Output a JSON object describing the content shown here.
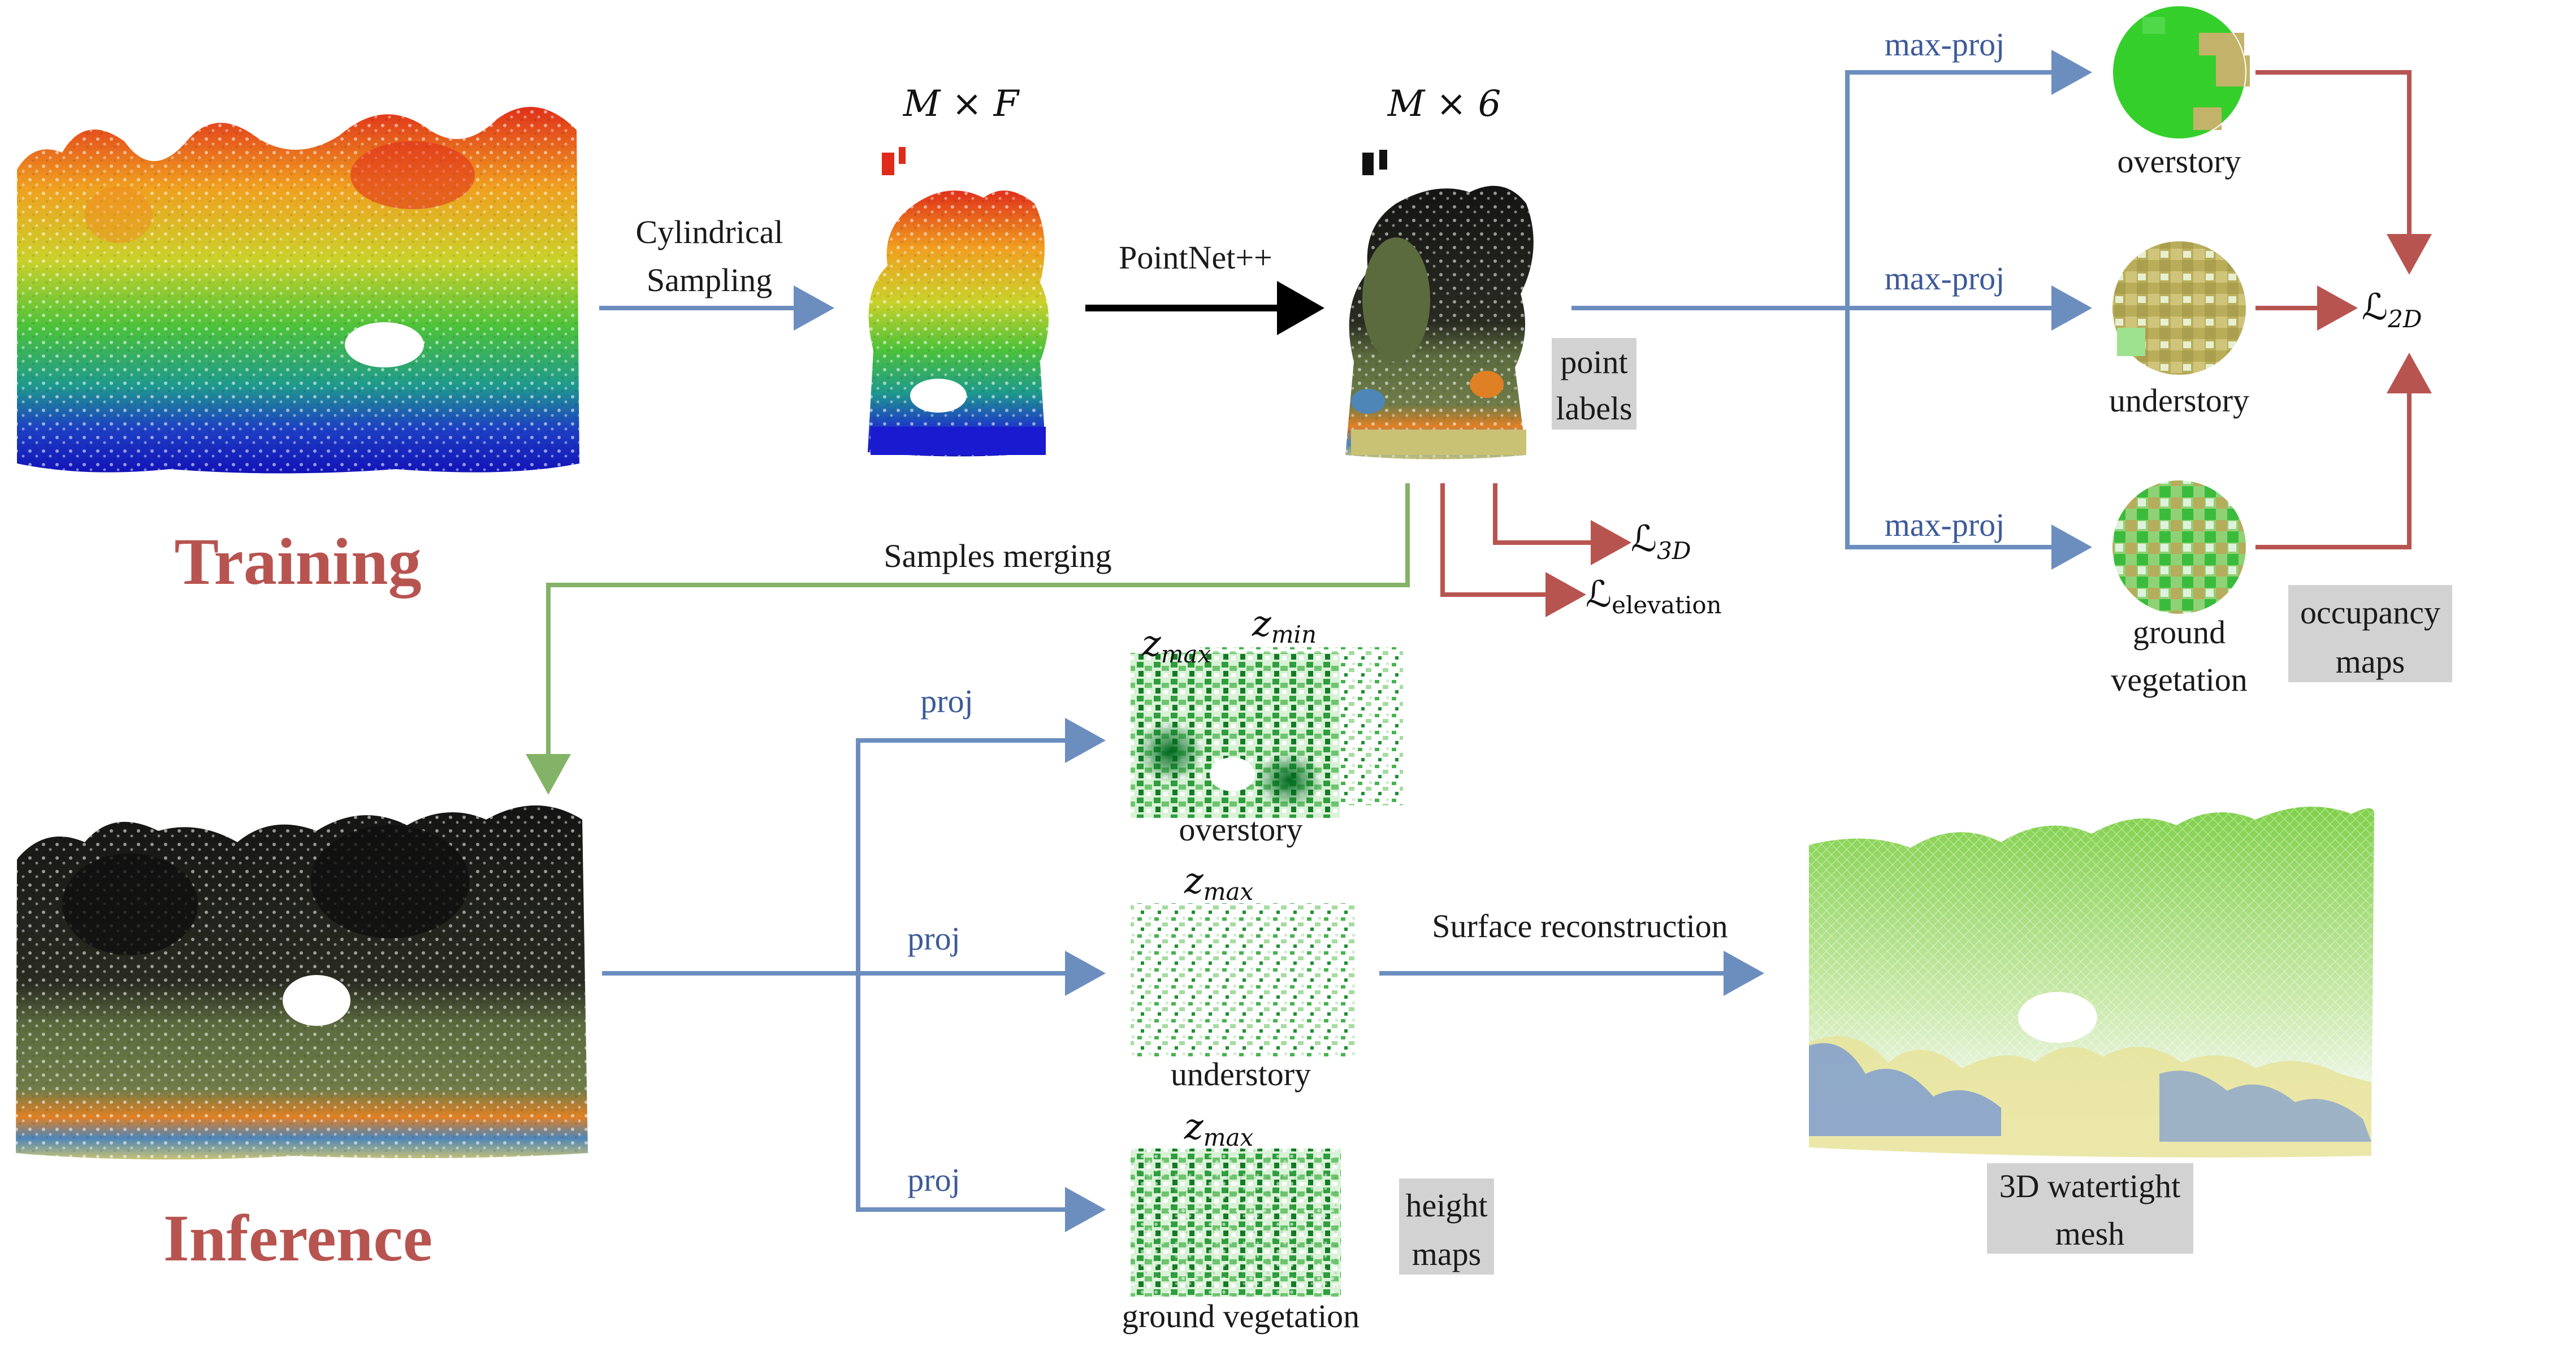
{
  "sections": {
    "training": "Training",
    "inference": "Inference"
  },
  "labels": {
    "cylindrical_sampling": [
      "Cylindrical",
      "Sampling"
    ],
    "pointnet": "PointNet++",
    "m_times_f": "M × F",
    "m_times_6": "M × 6",
    "point_labels": [
      "point",
      "labels"
    ],
    "loss_3d_main": "ℒ",
    "loss_3d_sub": "3D",
    "loss_elev_main": "ℒ",
    "loss_elev_sub": "elevation",
    "loss_2d_main": "ℒ",
    "loss_2d_sub": "2D",
    "samples_merging": "Samples merging",
    "max_proj": [
      "max-proj",
      "max-proj",
      "max-proj"
    ],
    "occ_overstory": "overstory",
    "occ_understory": "understory",
    "occ_ground": [
      "ground",
      "vegetation"
    ],
    "occupancy_maps": [
      "occupancy",
      "maps"
    ],
    "proj": [
      "proj",
      "proj",
      "proj"
    ],
    "z": "z",
    "z_max": "max",
    "z_min": "min",
    "hm_overstory": "overstory",
    "hm_understory": "understory",
    "hm_ground": "ground vegetation",
    "height_maps": [
      "height",
      "maps"
    ],
    "surface_reconstruction": "Surface reconstruction",
    "mesh": [
      "3D watertight",
      "mesh"
    ]
  },
  "colors": {
    "blue_arrow": "#6c8ebf",
    "red_arrow": "#b85450",
    "green_arrow": "#82b366",
    "black_arrow": "#000000",
    "title_red": "#b85450",
    "label_blue": "#3d5a99",
    "highlight_gray": "#d2d2d2"
  },
  "icons": [
    "lidar-training-cloud",
    "cylinder-sample-cloud",
    "labeled-sample-cloud",
    "overstory-occupancy-disk",
    "understory-occupancy-disk",
    "ground-occupancy-disk",
    "inference-labeled-cloud",
    "overstory-height-map",
    "understory-height-map",
    "ground-height-map",
    "watertight-mesh"
  ]
}
